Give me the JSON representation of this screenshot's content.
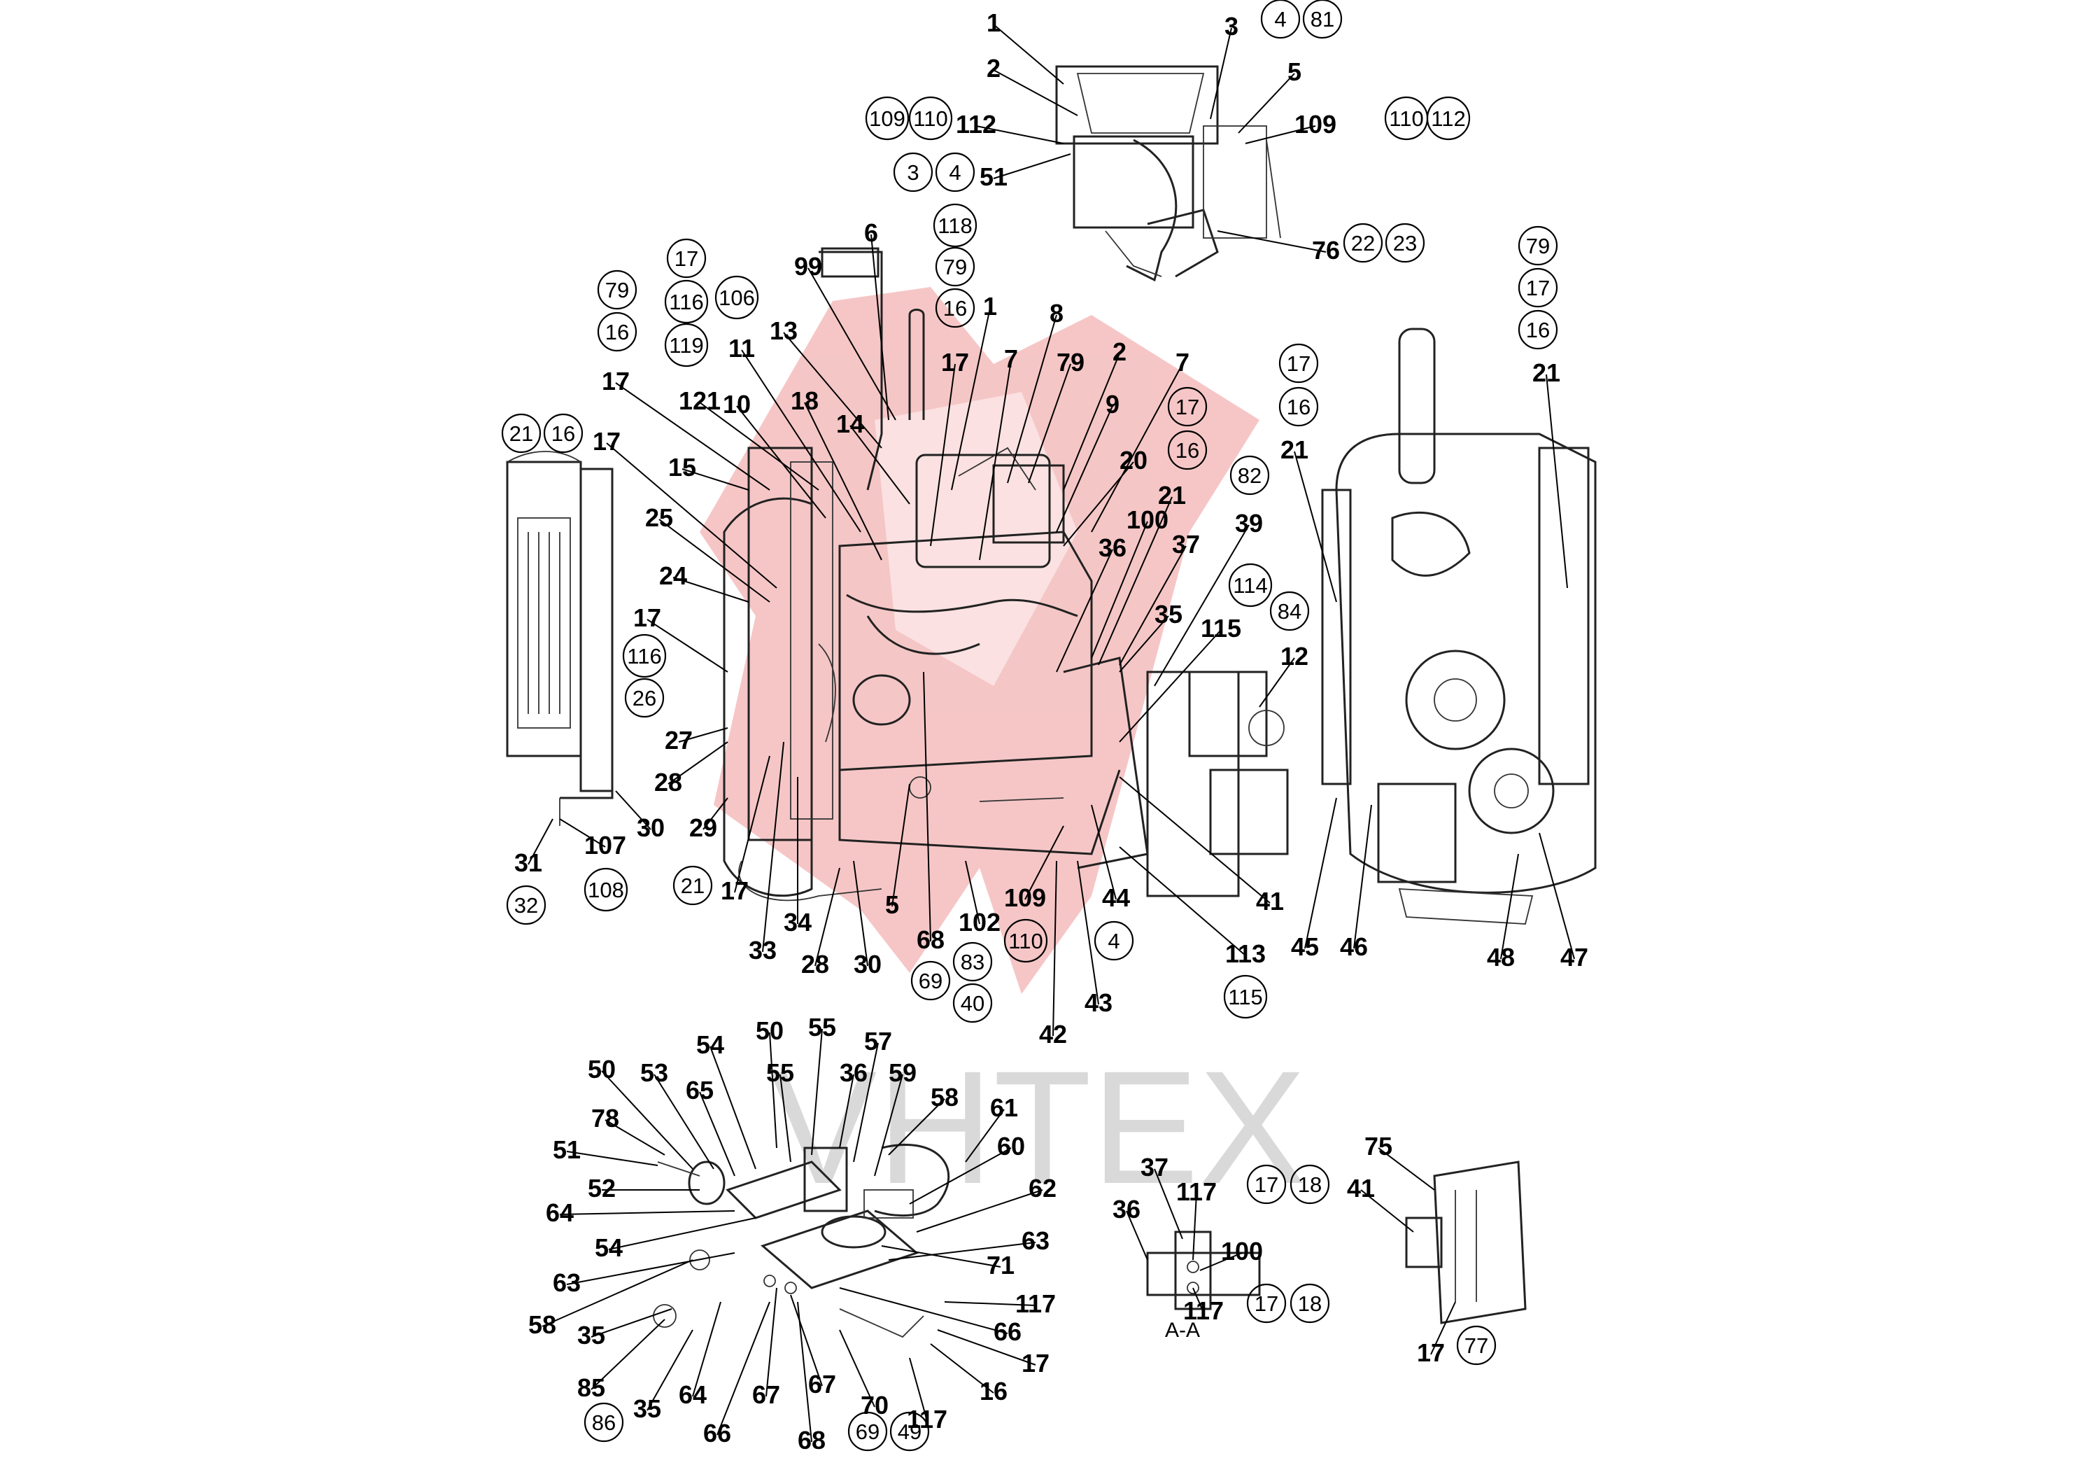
{
  "watermark": {
    "text": "VHTEX",
    "logo_color": "#f5c0c0",
    "text_color": "#d9d9d9"
  },
  "section_caption": "A-A",
  "callouts": [
    {
      "id": "c1",
      "label": "1",
      "bold": true
    },
    {
      "id": "c2",
      "label": "2",
      "bold": true
    },
    {
      "id": "c3",
      "label": "3",
      "bold": true
    },
    {
      "id": "c4a",
      "label": "4",
      "bold": false
    },
    {
      "id": "c81",
      "label": "81",
      "bold": false
    },
    {
      "id": "c5",
      "label": "5",
      "bold": true
    },
    {
      "id": "c109a",
      "label": "109",
      "bold": false
    },
    {
      "id": "c110a",
      "label": "110",
      "bold": false
    },
    {
      "id": "c112a",
      "label": "112",
      "bold": true
    },
    {
      "id": "c109b",
      "label": "109",
      "bold": true
    },
    {
      "id": "c110b",
      "label": "110",
      "bold": false
    },
    {
      "id": "c112b",
      "label": "112",
      "bold": false
    },
    {
      "id": "c3b",
      "label": "3",
      "bold": false
    },
    {
      "id": "c4b",
      "label": "4",
      "bold": false
    },
    {
      "id": "c51",
      "label": "51",
      "bold": true
    },
    {
      "id": "c76",
      "label": "76",
      "bold": true
    },
    {
      "id": "c22",
      "label": "22",
      "bold": false
    },
    {
      "id": "c23",
      "label": "23",
      "bold": false
    },
    {
      "id": "c118",
      "label": "118",
      "bold": false
    },
    {
      "id": "c79a",
      "label": "79",
      "bold": false
    },
    {
      "id": "c16a",
      "label": "16",
      "bold": false
    },
    {
      "id": "c6",
      "label": "6",
      "bold": true
    },
    {
      "id": "c99",
      "label": "99",
      "bold": true
    },
    {
      "id": "c17a",
      "label": "17",
      "bold": false
    },
    {
      "id": "c116a",
      "label": "116",
      "bold": false
    },
    {
      "id": "c119",
      "label": "119",
      "bold": false
    },
    {
      "id": "c106",
      "label": "106",
      "bold": false
    },
    {
      "id": "c79b",
      "label": "79",
      "bold": false
    },
    {
      "id": "c16b",
      "label": "16",
      "bold": false
    },
    {
      "id": "c13",
      "label": "13",
      "bold": true
    },
    {
      "id": "c11",
      "label": "11",
      "bold": true
    },
    {
      "id": "c1b",
      "label": "1",
      "bold": true
    },
    {
      "id": "c8",
      "label": "8",
      "bold": true
    },
    {
      "id": "c17b",
      "label": "17",
      "bold": true
    },
    {
      "id": "c7a",
      "label": "7",
      "bold": true
    },
    {
      "id": "c79c",
      "label": "79",
      "bold": true
    },
    {
      "id": "c2b",
      "label": "2",
      "bold": true
    },
    {
      "id": "c7b",
      "label": "7",
      "bold": true
    },
    {
      "id": "c17c",
      "label": "17",
      "bold": true
    },
    {
      "id": "c121",
      "label": "121",
      "bold": true
    },
    {
      "id": "c10",
      "label": "10",
      "bold": true
    },
    {
      "id": "c18",
      "label": "18",
      "bold": true
    },
    {
      "id": "c14",
      "label": "14",
      "bold": true
    },
    {
      "id": "c9",
      "label": "9",
      "bold": true
    },
    {
      "id": "c17d",
      "label": "17",
      "bold": false
    },
    {
      "id": "c16c",
      "label": "16",
      "bold": false
    },
    {
      "id": "c20",
      "label": "20",
      "bold": true
    },
    {
      "id": "c21a",
      "label": "21",
      "bold": false
    },
    {
      "id": "c16d",
      "label": "16",
      "bold": false
    },
    {
      "id": "c17e",
      "label": "17",
      "bold": true
    },
    {
      "id": "c15",
      "label": "15",
      "bold": true
    },
    {
      "id": "c25",
      "label": "25",
      "bold": true
    },
    {
      "id": "c24",
      "label": "24",
      "bold": true
    },
    {
      "id": "c17f",
      "label": "17",
      "bold": true
    },
    {
      "id": "c116b",
      "label": "116",
      "bold": false
    },
    {
      "id": "c26",
      "label": "26",
      "bold": false
    },
    {
      "id": "c27",
      "label": "27",
      "bold": true
    },
    {
      "id": "c28a",
      "label": "28",
      "bold": true
    },
    {
      "id": "c30a",
      "label": "30",
      "bold": true
    },
    {
      "id": "c29",
      "label": "29",
      "bold": true
    },
    {
      "id": "c31",
      "label": "31",
      "bold": true
    },
    {
      "id": "c107",
      "label": "107",
      "bold": true
    },
    {
      "id": "c32",
      "label": "32",
      "bold": false
    },
    {
      "id": "c108",
      "label": "108",
      "bold": false
    },
    {
      "id": "c21b",
      "label": "21",
      "bold": false
    },
    {
      "id": "c17g",
      "label": "17",
      "bold": true
    },
    {
      "id": "c33",
      "label": "33",
      "bold": true
    },
    {
      "id": "c34",
      "label": "34",
      "bold": true
    },
    {
      "id": "c28b",
      "label": "28",
      "bold": true
    },
    {
      "id": "c30b",
      "label": "30",
      "bold": true
    },
    {
      "id": "c5b",
      "label": "5",
      "bold": true
    },
    {
      "id": "c68a",
      "label": "68",
      "bold": true
    },
    {
      "id": "c69a",
      "label": "69",
      "bold": false
    },
    {
      "id": "c102",
      "label": "102",
      "bold": true
    },
    {
      "id": "c83",
      "label": "83",
      "bold": false
    },
    {
      "id": "c40",
      "label": "40",
      "bold": false
    },
    {
      "id": "c109c",
      "label": "109",
      "bold": true
    },
    {
      "id": "c110c",
      "label": "110",
      "bold": false
    },
    {
      "id": "c44",
      "label": "44",
      "bold": true
    },
    {
      "id": "c4c",
      "label": "4",
      "bold": false
    },
    {
      "id": "c42",
      "label": "42",
      "bold": true
    },
    {
      "id": "c43",
      "label": "43",
      "bold": true
    },
    {
      "id": "c113",
      "label": "113",
      "bold": true
    },
    {
      "id": "c115a",
      "label": "115",
      "bold": false
    },
    {
      "id": "c41a",
      "label": "41",
      "bold": true
    },
    {
      "id": "c36a",
      "label": "36",
      "bold": true
    },
    {
      "id": "c100a",
      "label": "100",
      "bold": true
    },
    {
      "id": "c21c",
      "label": "21",
      "bold": true
    },
    {
      "id": "c37a",
      "label": "37",
      "bold": true
    },
    {
      "id": "c82",
      "label": "82",
      "bold": false
    },
    {
      "id": "c39",
      "label": "39",
      "bold": true
    },
    {
      "id": "c114",
      "label": "114",
      "bold": false
    },
    {
      "id": "c35a",
      "label": "35",
      "bold": true
    },
    {
      "id": "c84",
      "label": "84",
      "bold": false
    },
    {
      "id": "c115b",
      "label": "115",
      "bold": true
    },
    {
      "id": "c12",
      "label": "12",
      "bold": true
    },
    {
      "id": "c17h",
      "label": "17",
      "bold": false
    },
    {
      "id": "c16e",
      "label": "16",
      "bold": false
    },
    {
      "id": "c21d",
      "label": "21",
      "bold": true
    },
    {
      "id": "c79d",
      "label": "79",
      "bold": false
    },
    {
      "id": "c17i",
      "label": "17",
      "bold": false
    },
    {
      "id": "c16f",
      "label": "16",
      "bold": false
    },
    {
      "id": "c21e",
      "label": "21",
      "bold": true
    },
    {
      "id": "c45",
      "label": "45",
      "bold": true
    },
    {
      "id": "c46",
      "label": "46",
      "bold": true
    },
    {
      "id": "c48",
      "label": "48",
      "bold": true
    },
    {
      "id": "c47",
      "label": "47",
      "bold": true
    },
    {
      "id": "c54a",
      "label": "54",
      "bold": true
    },
    {
      "id": "c50a",
      "label": "50",
      "bold": true
    },
    {
      "id": "c55a",
      "label": "55",
      "bold": true
    },
    {
      "id": "c57",
      "label": "57",
      "bold": true
    },
    {
      "id": "c50b",
      "label": "50",
      "bold": true
    },
    {
      "id": "c53",
      "label": "53",
      "bold": true
    },
    {
      "id": "c65",
      "label": "65",
      "bold": true
    },
    {
      "id": "c55b",
      "label": "55",
      "bold": true
    },
    {
      "id": "c36b",
      "label": "36",
      "bold": true
    },
    {
      "id": "c59",
      "label": "59",
      "bold": true
    },
    {
      "id": "c58a",
      "label": "58",
      "bold": true
    },
    {
      "id": "c61",
      "label": "61",
      "bold": true
    },
    {
      "id": "c78",
      "label": "78",
      "bold": true
    },
    {
      "id": "c51b",
      "label": "51",
      "bold": true
    },
    {
      "id": "c60",
      "label": "60",
      "bold": true
    },
    {
      "id": "c52",
      "label": "52",
      "bold": true
    },
    {
      "id": "c62",
      "label": "62",
      "bold": true
    },
    {
      "id": "c64a",
      "label": "64",
      "bold": true
    },
    {
      "id": "c54b",
      "label": "54",
      "bold": true
    },
    {
      "id": "c63a",
      "label": "63",
      "bold": true
    },
    {
      "id": "c63b",
      "label": "63",
      "bold": true
    },
    {
      "id": "c71",
      "label": "71",
      "bold": true
    },
    {
      "id": "c58b",
      "label": "58",
      "bold": true
    },
    {
      "id": "c117a",
      "label": "117",
      "bold": true
    },
    {
      "id": "c35b",
      "label": "35",
      "bold": true
    },
    {
      "id": "c66a",
      "label": "66",
      "bold": true
    },
    {
      "id": "c17j",
      "label": "17",
      "bold": true
    },
    {
      "id": "c85",
      "label": "85",
      "bold": true
    },
    {
      "id": "c16g",
      "label": "16",
      "bold": true
    },
    {
      "id": "c67a",
      "label": "67",
      "bold": true
    },
    {
      "id": "c67b",
      "label": "67",
      "bold": true
    },
    {
      "id": "c70",
      "label": "70",
      "bold": true
    },
    {
      "id": "c117b",
      "label": "117",
      "bold": true
    },
    {
      "id": "c86",
      "label": "86",
      "bold": false
    },
    {
      "id": "c35c",
      "label": "35",
      "bold": true
    },
    {
      "id": "c64b",
      "label": "64",
      "bold": true
    },
    {
      "id": "c66b",
      "label": "66",
      "bold": true
    },
    {
      "id": "c68b",
      "label": "68",
      "bold": true
    },
    {
      "id": "c69b",
      "label": "69",
      "bold": false
    },
    {
      "id": "c49",
      "label": "49",
      "bold": false
    },
    {
      "id": "c37b",
      "label": "37",
      "bold": true
    },
    {
      "id": "c36c",
      "label": "36",
      "bold": true
    },
    {
      "id": "c117c",
      "label": "117",
      "bold": true
    },
    {
      "id": "c17k",
      "label": "17",
      "bold": false
    },
    {
      "id": "c18b",
      "label": "18",
      "bold": false
    },
    {
      "id": "c100b",
      "label": "100",
      "bold": true
    },
    {
      "id": "c117d",
      "label": "117",
      "bold": true
    },
    {
      "id": "c17l",
      "label": "17",
      "bold": false
    },
    {
      "id": "c18c",
      "label": "18",
      "bold": false
    },
    {
      "id": "c75",
      "label": "75",
      "bold": true
    },
    {
      "id": "c41b",
      "label": "41",
      "bold": true
    },
    {
      "id": "c17m",
      "label": "17",
      "bold": true
    },
    {
      "id": "c77",
      "label": "77",
      "bold": false
    }
  ]
}
